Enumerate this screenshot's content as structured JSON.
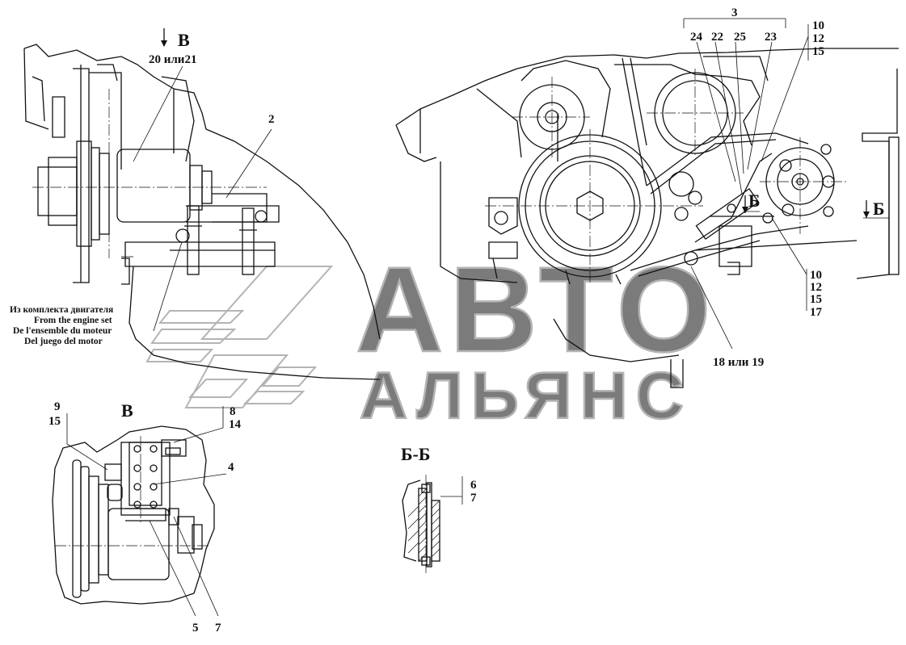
{
  "view_labels": {
    "view_v_arrow": "В",
    "view_v_detail": "В",
    "section_bb": "Б-Б",
    "section_b_left": "Б",
    "section_b_right": "Б"
  },
  "callouts": {
    "c_20_21": "20 или21",
    "c_2": "2",
    "c_3": "3",
    "c_24": "24",
    "c_22": "22",
    "c_25": "25",
    "c_23": "23",
    "c_10a": "10",
    "c_12a": "12",
    "c_15a": "15",
    "c_10b": "10",
    "c_12b": "12",
    "c_15b": "15",
    "c_17": "17",
    "c_18_19": "18 или 19",
    "c_9": "9",
    "c_15c": "15",
    "c_8": "8",
    "c_14": "14",
    "c_4": "4",
    "c_5": "5",
    "c_7a": "7",
    "c_6": "6",
    "c_7b": "7"
  },
  "note_lines": [
    "Из комплекта двигателя",
    "From the engine set",
    "De l'ensemble du moteur",
    "Del juego del motor"
  ],
  "watermark": {
    "line1": "АВТО",
    "line2": "АЛЬЯНС"
  }
}
